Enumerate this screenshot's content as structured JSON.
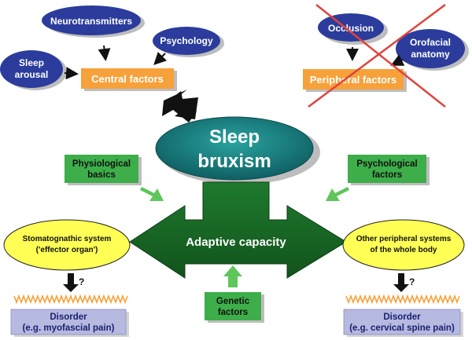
{
  "central": {
    "neurotransmitters": "Neurotransmitters",
    "psychology": "Psychology",
    "sleep_arousal_line1": "Sleep",
    "sleep_arousal_line2": "arousal",
    "central_factors": "Central factors"
  },
  "peripheral": {
    "occlusion": "Occlusion",
    "orofacial_line1": "Orofacial",
    "orofacial_line2": "anatomy",
    "peripheral_factors": "Peripheral factors"
  },
  "core": {
    "sleep_bruxism_line1": "Sleep",
    "sleep_bruxism_line2": "bruxism",
    "adaptive_capacity": "Adaptive capacity"
  },
  "modifiers": {
    "physiological_line1": "Physiological",
    "physiological_line2": "basics",
    "psychological_line1": "Psychological",
    "psychological_line2": "factors",
    "genetic_line1": "Genetic",
    "genetic_line2": "factors"
  },
  "left_branch": {
    "system_line1": "Stomatognathic system",
    "system_line2": "('effector organ')",
    "question_mark": "?",
    "disorder_line1": "Disorder",
    "disorder_line2": "(e.g. myofascial pain)"
  },
  "right_branch": {
    "system_line1": "Other peripheral systems",
    "system_line2": "of the whole body",
    "question_mark": "?",
    "disorder_line1": "Disorder",
    "disorder_line2": "(e.g. cervical spine pain)"
  },
  "colors": {
    "navy_ellipse": "#2b3c9c",
    "orange_box": "#f7a13a",
    "green_box": "#3dae49",
    "dark_green_arrow": "#1e6b2a",
    "teal_ellipse": "#1a7a7a",
    "yellow_ellipse": "#ffff55",
    "lavender_box": "#b6b9e0",
    "cross_red": "#e0443c",
    "zigzag": "#f7a13a"
  }
}
